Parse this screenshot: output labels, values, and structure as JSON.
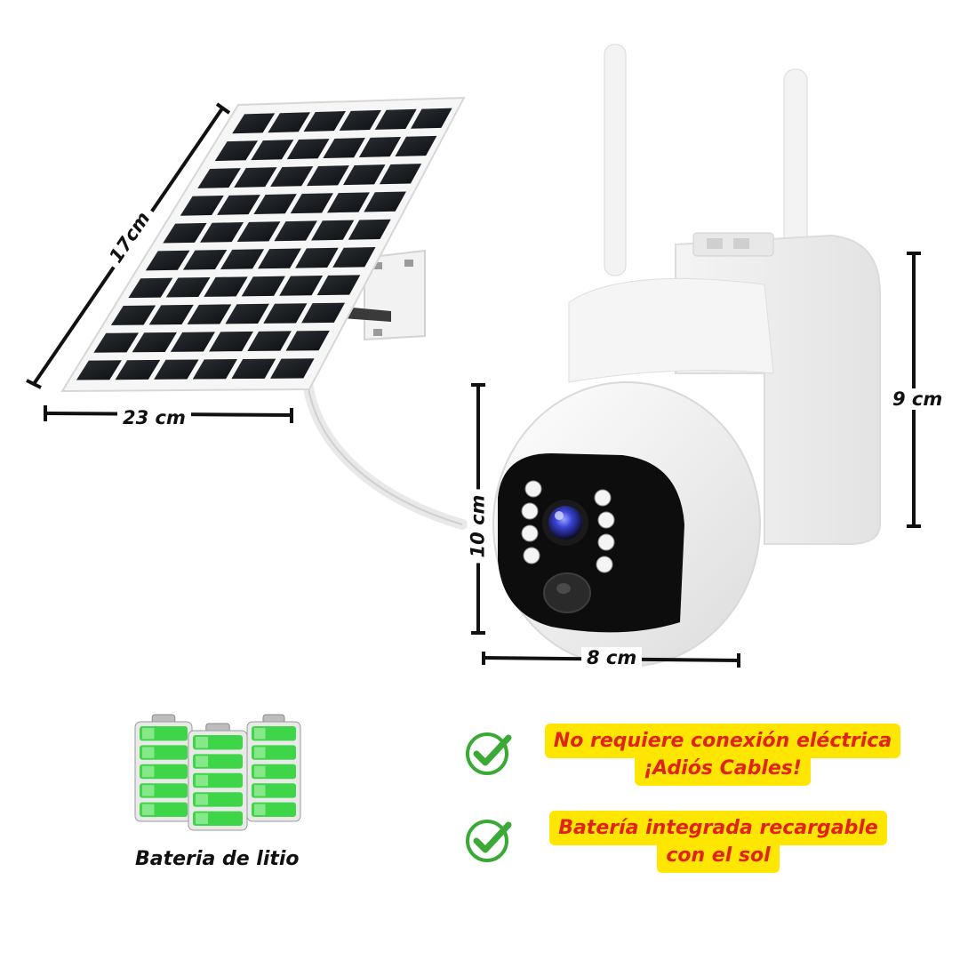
{
  "dimensions": {
    "panel_height": "17cm",
    "panel_width": "23 cm",
    "camera_height": "10 cm",
    "camera_width": "8 cm",
    "mount_height": "9 cm"
  },
  "battery": {
    "label": "Bateria de litio"
  },
  "features": [
    {
      "line1": "No requiere conexión eléctrica",
      "line2": "¡Adiós Cables!"
    },
    {
      "line1": "Batería integrada recargable",
      "line2": "con el sol"
    }
  ],
  "colors": {
    "highlight_bg": "#ffe600",
    "highlight_text": "#e0241b",
    "check_green": "#3aa935",
    "battery_green": "#2fd33a"
  },
  "icons": [
    "check-icon",
    "battery-icon",
    "solar-panel-icon",
    "camera-icon"
  ]
}
